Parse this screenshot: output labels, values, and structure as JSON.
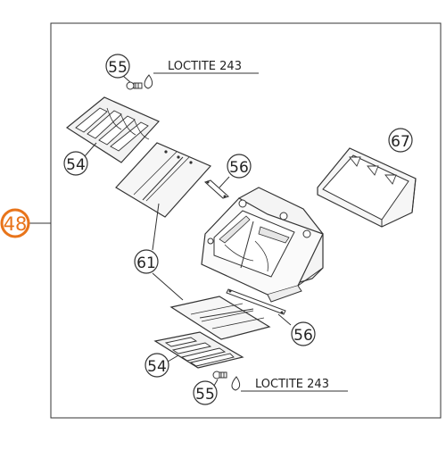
{
  "diagram": {
    "assembly_callout": "48",
    "accent_color": "#e8741a",
    "line_color": "#333333",
    "callouts": [
      {
        "id": "55-top",
        "number": "55",
        "note": "LOCTITE 243"
      },
      {
        "id": "54-top",
        "number": "54"
      },
      {
        "id": "56-top",
        "number": "56"
      },
      {
        "id": "67",
        "number": "67"
      },
      {
        "id": "61",
        "number": "61"
      },
      {
        "id": "56-bottom",
        "number": "56"
      },
      {
        "id": "54-bottom",
        "number": "54"
      },
      {
        "id": "55-bottom",
        "number": "55",
        "note": "LOCTITE 243"
      }
    ]
  }
}
